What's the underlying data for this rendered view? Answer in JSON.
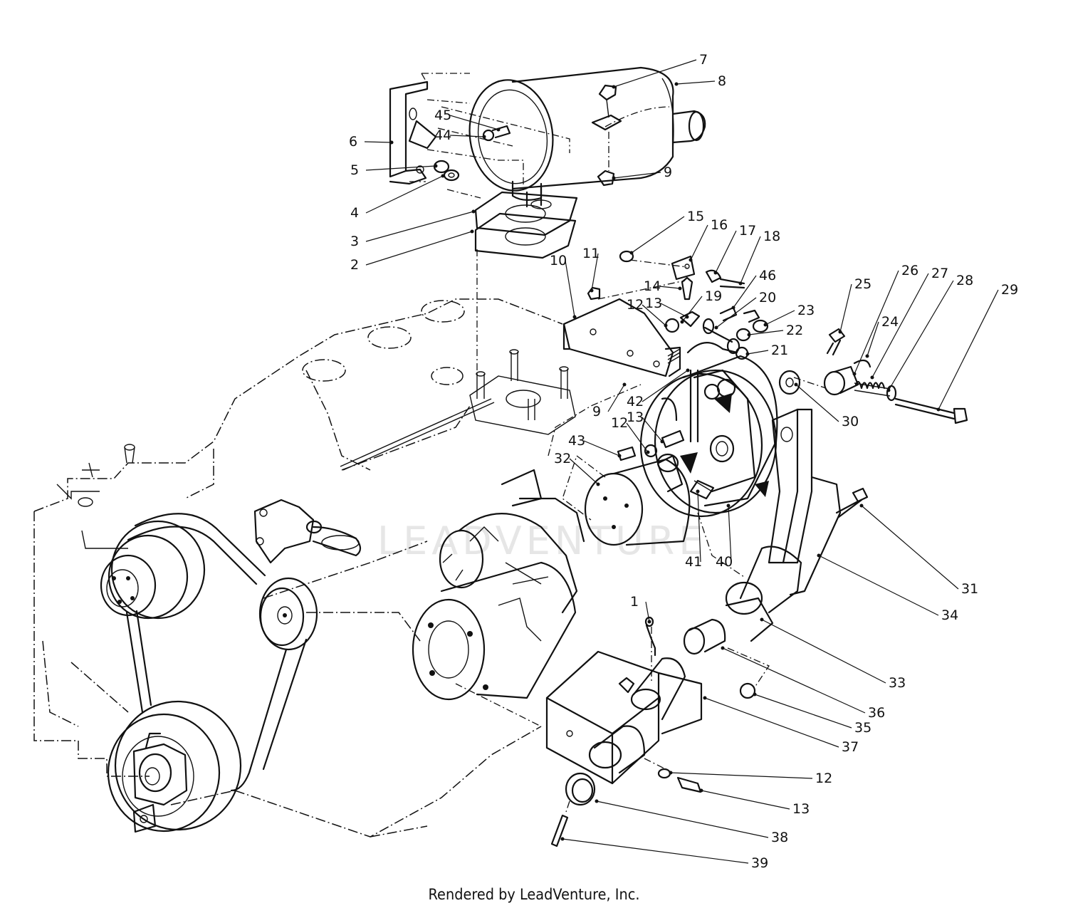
{
  "watermark": "LEADVENTURE",
  "footer": "Rendered by LeadVenture, Inc.",
  "callouts": [
    {
      "n": "7",
      "label": "7"
    },
    {
      "n": "8",
      "label": "8"
    },
    {
      "n": "45",
      "label": "45"
    },
    {
      "n": "44",
      "label": "44"
    },
    {
      "n": "6",
      "label": "6"
    },
    {
      "n": "9a",
      "label": "9"
    },
    {
      "n": "5",
      "label": "5"
    },
    {
      "n": "4",
      "label": "4"
    },
    {
      "n": "3",
      "label": "3"
    },
    {
      "n": "2",
      "label": "2"
    },
    {
      "n": "15",
      "label": "15"
    },
    {
      "n": "16",
      "label": "16"
    },
    {
      "n": "17",
      "label": "17"
    },
    {
      "n": "18",
      "label": "18"
    },
    {
      "n": "11",
      "label": "11"
    },
    {
      "n": "10",
      "label": "10"
    },
    {
      "n": "46",
      "label": "46"
    },
    {
      "n": "14",
      "label": "14"
    },
    {
      "n": "19",
      "label": "19"
    },
    {
      "n": "13a",
      "label": "13"
    },
    {
      "n": "20",
      "label": "20"
    },
    {
      "n": "12a",
      "label": "12"
    },
    {
      "n": "23",
      "label": "23"
    },
    {
      "n": "25",
      "label": "25"
    },
    {
      "n": "26",
      "label": "26"
    },
    {
      "n": "27",
      "label": "27"
    },
    {
      "n": "28",
      "label": "28"
    },
    {
      "n": "29",
      "label": "29"
    },
    {
      "n": "22",
      "label": "22"
    },
    {
      "n": "24",
      "label": "24"
    },
    {
      "n": "21",
      "label": "21"
    },
    {
      "n": "9b",
      "label": "9"
    },
    {
      "n": "42",
      "label": "42"
    },
    {
      "n": "30",
      "label": "30"
    },
    {
      "n": "13b",
      "label": "13"
    },
    {
      "n": "12b",
      "label": "12"
    },
    {
      "n": "43",
      "label": "43"
    },
    {
      "n": "32",
      "label": "32"
    },
    {
      "n": "41",
      "label": "41"
    },
    {
      "n": "40",
      "label": "40"
    },
    {
      "n": "31",
      "label": "31"
    },
    {
      "n": "34",
      "label": "34"
    },
    {
      "n": "1",
      "label": "1"
    },
    {
      "n": "33",
      "label": "33"
    },
    {
      "n": "36",
      "label": "36"
    },
    {
      "n": "35",
      "label": "35"
    },
    {
      "n": "37",
      "label": "37"
    },
    {
      "n": "12c",
      "label": "12"
    },
    {
      "n": "13c",
      "label": "13"
    },
    {
      "n": "38",
      "label": "38"
    },
    {
      "n": "39",
      "label": "39"
    }
  ]
}
